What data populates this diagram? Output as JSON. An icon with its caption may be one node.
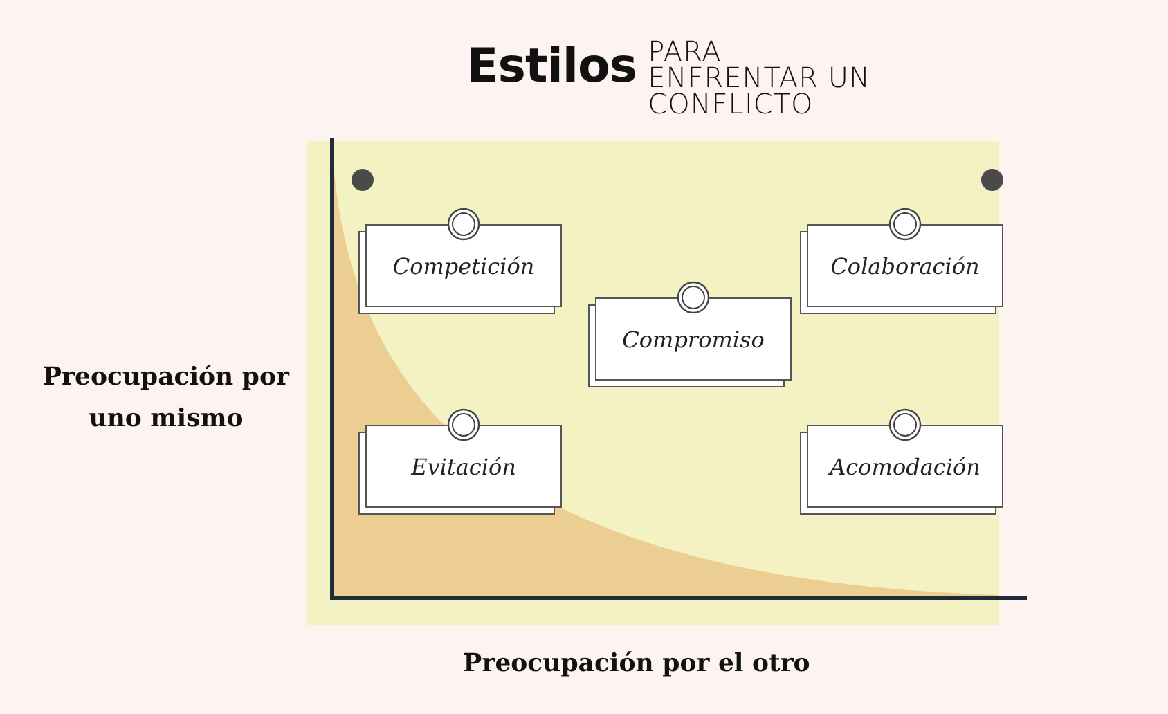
{
  "diagram": {
    "title": "**Estilos** PARA ENFRENTAR UN CONFLICTO",
    "nodes": [
      {
        "text": [
          "Competición"
        ]
      },
      {
        "text": [
          "Colaboración"
        ]
      },
      {
        "text": [
          "Compromiso"
        ]
      },
      {
        "text": [
          "Evitación"
        ]
      },
      {
        "text": [
          "Acomodación"
        ]
      }
    ],
    "labels": [
      "Preocupación por uno mismo",
      "Preocupación por el otro"
    ]
  }
}
